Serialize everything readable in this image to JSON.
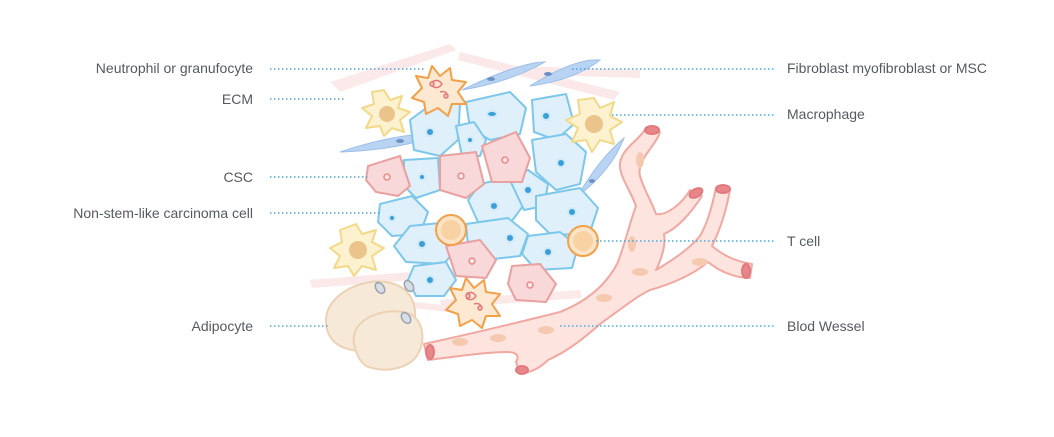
{
  "labels": {
    "neutrophil": "Neutrophil or granufocyte",
    "ecm": "ECM",
    "csc": "CSC",
    "non_stem": "Non-stem-like carcinoma cell",
    "adipocyte": "Adipocyte",
    "fibroblast": "Fibroblast myofibroblast or MSC",
    "macrophage": "Macrophage",
    "t_cell": "T cell",
    "blood_vessel": "Blod Wessel"
  },
  "colors": {
    "leader": "#4aa8d8",
    "blue_fill": "#dff0fb",
    "blue_stroke": "#7cc7ea",
    "blue_nucleus": "#3a9fd8",
    "pink_fill": "#f8d8d8",
    "pink_stroke": "#e8a0a0",
    "yellow_fill": "#fdf2cf",
    "yellow_stroke": "#f2d98a",
    "yellow_nucleus": "#ebc48c",
    "orange_stroke": "#f2a04a",
    "vessel_fill": "#fde4df",
    "vessel_stroke": "#f0a8a0",
    "fat_fill": "#f7e9d8",
    "fat_stroke": "#ecd2b5",
    "fibro": "#b9d3f2"
  }
}
